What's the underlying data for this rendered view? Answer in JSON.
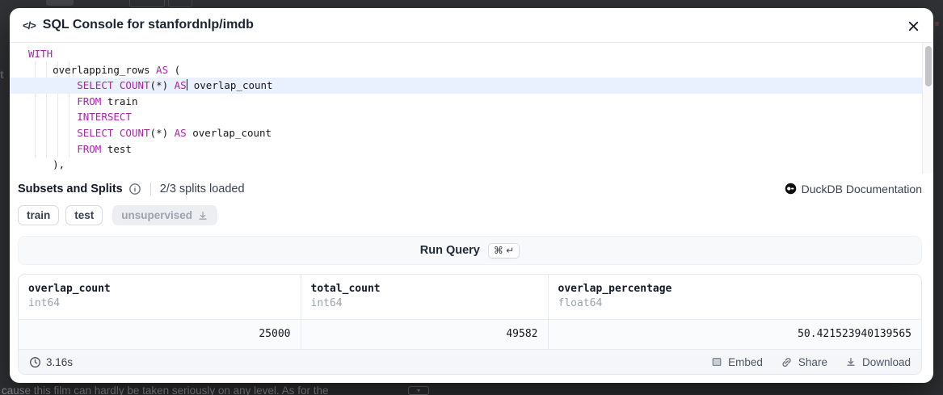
{
  "backdrop": {
    "review_text_fragment": "cause this film can hardly be taken seriously on any level. As for the"
  },
  "header": {
    "title": "SQL Console for stanfordnlp/imdb",
    "code_icon": "code-brackets-icon",
    "close_icon": "close-x-icon"
  },
  "editor": {
    "active_line": 2,
    "lines": [
      [
        [
          "k",
          "WITH"
        ]
      ],
      [
        [
          "t",
          "    overlapping_rows "
        ],
        [
          "k",
          "AS"
        ],
        [
          "t",
          " ("
        ]
      ],
      [
        [
          "t",
          "        "
        ],
        [
          "k",
          "SELECT"
        ],
        [
          "t",
          " "
        ],
        [
          "k",
          "COUNT"
        ],
        [
          "t",
          "(*) "
        ],
        [
          "k",
          "AS"
        ],
        [
          "cursor",
          ""
        ],
        [
          "t",
          " overlap_count"
        ]
      ],
      [
        [
          "t",
          "        "
        ],
        [
          "k",
          "FROM"
        ],
        [
          "t",
          " train"
        ]
      ],
      [
        [
          "t",
          "        "
        ],
        [
          "k",
          "INTERSECT"
        ]
      ],
      [
        [
          "t",
          "        "
        ],
        [
          "k",
          "SELECT"
        ],
        [
          "t",
          " "
        ],
        [
          "k",
          "COUNT"
        ],
        [
          "t",
          "(*) "
        ],
        [
          "k",
          "AS"
        ],
        [
          "t",
          " overlap_count"
        ]
      ],
      [
        [
          "t",
          "        "
        ],
        [
          "k",
          "FROM"
        ],
        [
          "t",
          " test"
        ]
      ],
      [
        [
          "t",
          "    ),"
        ]
      ]
    ]
  },
  "splits": {
    "heading": "Subsets and Splits",
    "info_icon": "info-circle-icon",
    "status": "2/3 splits loaded",
    "items": [
      {
        "name": "train",
        "loaded": true
      },
      {
        "name": "test",
        "loaded": true
      },
      {
        "name": "unsupervised",
        "loaded": false,
        "icon": "download-icon"
      }
    ]
  },
  "docs": {
    "label": "DuckDB Documentation",
    "icon": "duckdb-logo-icon"
  },
  "run": {
    "label": "Run Query",
    "shortcut": "⌘ ↵"
  },
  "results": {
    "columns": [
      {
        "name": "overlap_count",
        "type": "int64"
      },
      {
        "name": "total_count",
        "type": "int64"
      },
      {
        "name": "overlap_percentage",
        "type": "float64"
      }
    ],
    "rows": [
      [
        "25000",
        "49582",
        "50.421523940139565"
      ]
    ],
    "elapsed": "3.16s",
    "elapsed_icon": "clock-icon",
    "actions": [
      {
        "label": "Embed",
        "icon": "embed-icon"
      },
      {
        "label": "Share",
        "icon": "share-link-icon"
      },
      {
        "label": "Download",
        "icon": "download-icon"
      }
    ]
  },
  "colors": {
    "keyword_purple": "#a626a4",
    "active_line_blue": "#e8f1fd",
    "backdrop": "#313235",
    "border_gray": "#e5e7eb",
    "muted_gray": "#9ca3af"
  }
}
